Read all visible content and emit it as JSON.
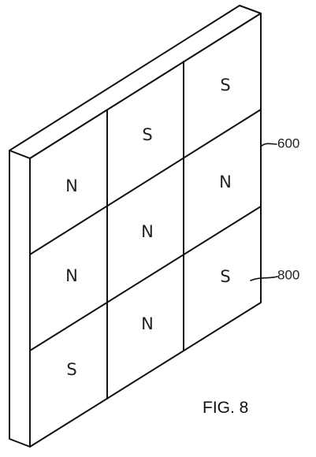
{
  "figure_label": "FIG. 8",
  "reference_numerals": {
    "array": "600",
    "magnet": "800"
  },
  "magnet_grid": [
    [
      "N",
      "S",
      "S"
    ],
    [
      "N",
      "N",
      "N"
    ],
    [
      "S",
      "N",
      "S"
    ]
  ]
}
